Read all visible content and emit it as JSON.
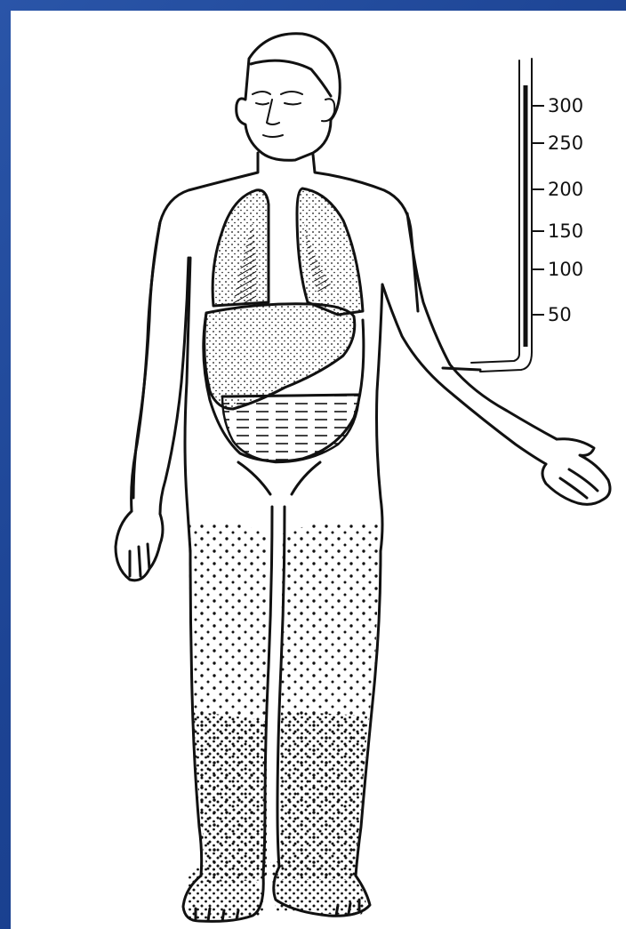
{
  "figure": {
    "colors": {
      "slide_background": "#1c4393",
      "paper": "#ffffff",
      "ink": "#111111"
    },
    "manometer": {
      "scale_labels": [
        "300",
        "250",
        "200",
        "150",
        "100",
        "50"
      ]
    }
  }
}
